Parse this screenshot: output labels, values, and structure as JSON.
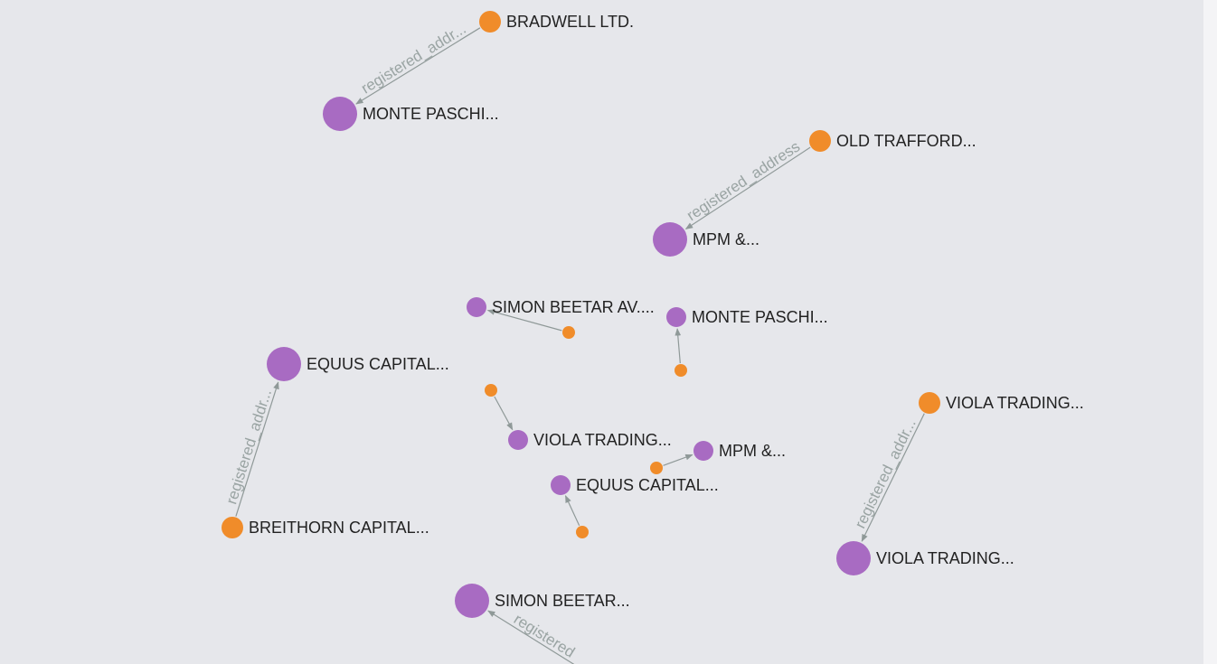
{
  "colors": {
    "background": "#e6e7eb",
    "entity_node": "#a86bc2",
    "address_node": "#f08c2a",
    "edge": "#8f9998",
    "edge_label": "#9aa4a3",
    "label": "#222222"
  },
  "graph": {
    "nodes": [
      {
        "id": "n1",
        "kind": "address",
        "label": "BRADWELL LTD."
      },
      {
        "id": "n2",
        "kind": "entity",
        "label": "MONTE PASCHI..."
      },
      {
        "id": "n3",
        "kind": "address",
        "label": "OLD TRAFFORD..."
      },
      {
        "id": "n4",
        "kind": "entity",
        "label": "MPM &..."
      },
      {
        "id": "n5",
        "kind": "entity",
        "label": "SIMON BEETAR AV...."
      },
      {
        "id": "n6",
        "kind": "address",
        "label": ""
      },
      {
        "id": "n7",
        "kind": "entity",
        "label": "MONTE PASCHI..."
      },
      {
        "id": "n8",
        "kind": "address",
        "label": ""
      },
      {
        "id": "n9",
        "kind": "entity",
        "label": "EQUUS CAPITAL..."
      },
      {
        "id": "n10",
        "kind": "address",
        "label": "BREITHORN CAPITAL..."
      },
      {
        "id": "n11",
        "kind": "address",
        "label": ""
      },
      {
        "id": "n12",
        "kind": "entity",
        "label": "VIOLA TRADING..."
      },
      {
        "id": "n13",
        "kind": "entity",
        "label": "MPM &..."
      },
      {
        "id": "n14",
        "kind": "address",
        "label": ""
      },
      {
        "id": "n15",
        "kind": "entity",
        "label": "EQUUS CAPITAL..."
      },
      {
        "id": "n16",
        "kind": "address",
        "label": ""
      },
      {
        "id": "n17",
        "kind": "address",
        "label": "VIOLA TRADING..."
      },
      {
        "id": "n18",
        "kind": "entity",
        "label": "VIOLA TRADING..."
      },
      {
        "id": "n19",
        "kind": "entity",
        "label": "SIMON BEETAR..."
      }
    ],
    "edges": [
      {
        "from": "n1",
        "to": "n2",
        "label": "registered_addr..."
      },
      {
        "from": "n3",
        "to": "n4",
        "label": "registered_address"
      },
      {
        "from": "n6",
        "to": "n5",
        "label": ""
      },
      {
        "from": "n8",
        "to": "n7",
        "label": ""
      },
      {
        "from": "n10",
        "to": "n9",
        "label": "registered_addr..."
      },
      {
        "from": "n11",
        "to": "n12",
        "label": ""
      },
      {
        "from": "n14",
        "to": "n13",
        "label": ""
      },
      {
        "from": "n16",
        "to": "n15",
        "label": ""
      },
      {
        "from": "n17",
        "to": "n18",
        "label": "registered_addr..."
      },
      {
        "from": "n20",
        "to": "n19",
        "label": "registered"
      }
    ]
  }
}
